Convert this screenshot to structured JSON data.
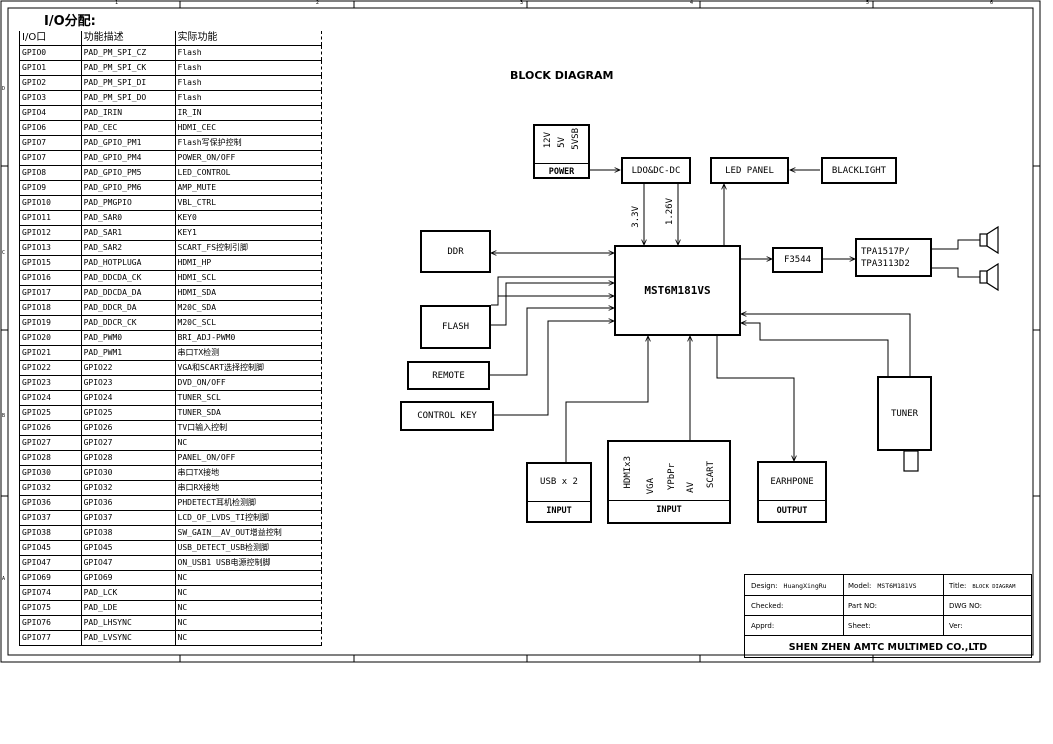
{
  "io_table": {
    "title": "I/O分配:",
    "headers": [
      "I/O口",
      "功能描述",
      "实际功能"
    ],
    "rows": [
      [
        "GPIO0",
        "PAD_PM_SPI_CZ",
        "Flash"
      ],
      [
        "GPIO1",
        "PAD_PM_SPI_CK",
        "Flash"
      ],
      [
        "GPIO2",
        "PAD_PM_SPI_DI",
        "Flash"
      ],
      [
        "GPIO3",
        "PAD_PM_SPI_DO",
        "Flash"
      ],
      [
        "GPIO4",
        "PAD_IRIN",
        "IR_IN"
      ],
      [
        "GPIO6",
        "PAD_CEC",
        "HDMI_CEC"
      ],
      [
        "GPIO7",
        "PAD_GPIO_PM1",
        "Flash写保护控制"
      ],
      [
        "GPIO7",
        "PAD_GPIO_PM4",
        "POWER_ON/OFF"
      ],
      [
        "GPIO8",
        "PAD_GPIO_PM5",
        "LED_CONTROL"
      ],
      [
        "GPIO9",
        "PAD_GPIO_PM6",
        "AMP_MUTE"
      ],
      [
        "GPIO10",
        "PAD_PMGPIO",
        "VBL_CTRL"
      ],
      [
        "GPIO11",
        "PAD_SAR0",
        "KEY0"
      ],
      [
        "GPIO12",
        "PAD_SAR1",
        "KEY1"
      ],
      [
        "GPIO13",
        "PAD_SAR2",
        "SCART_FS控制引脚"
      ],
      [
        "GPIO15",
        "PAD_HOTPLUGA",
        "HDMI_HP"
      ],
      [
        "GPIO16",
        "PAD_DDCDA_CK",
        "HDMI_SCL"
      ],
      [
        "GPIO17",
        "PAD_DDCDA_DA",
        "HDMI_SDA"
      ],
      [
        "GPIO18",
        "PAD_DDCR_DA",
        "M20C_SDA"
      ],
      [
        "GPIO19",
        "PAD_DDCR_CK",
        "M20C_SCL"
      ],
      [
        "GPIO20",
        "PAD_PWM0",
        "BRI_ADJ-PWM0"
      ],
      [
        "GPIO21",
        "PAD_PWM1",
        "串口TX检测"
      ],
      [
        "GPIO22",
        "GPIO22",
        "VGA和SCART选择控制脚"
      ],
      [
        "GPIO23",
        "GPIO23",
        "DVD_ON/OFF"
      ],
      [
        "GPIO24",
        "GPIO24",
        "TUNER_SCL"
      ],
      [
        "GPIO25",
        "GPIO25",
        "TUNER_SDA"
      ],
      [
        "GPIO26",
        "GPIO26",
        "TV口输入控制"
      ],
      [
        "GPIO27",
        "GPIO27",
        "NC"
      ],
      [
        "GPIO28",
        "GPIO28",
        "PANEL_ON/OFF"
      ],
      [
        "GPIO30",
        "GPIO30",
        "串口TX接地"
      ],
      [
        "GPIO32",
        "GPIO32",
        "串口RX接地"
      ],
      [
        "GPIO36",
        "GPIO36",
        "PHDETECT耳机检测脚"
      ],
      [
        "GPIO37",
        "GPIO37",
        "LCD_OF_LVDS_TI控制脚"
      ],
      [
        "GPIO38",
        "GPIO38",
        "SW_GAIN__AV_OUT增益控制"
      ],
      [
        "GPIO45",
        "GPIO45",
        "USB_DETECT_USB检测脚"
      ],
      [
        "GPIO47",
        "GPIO47",
        "ON_USB1 USB电源控制脚"
      ],
      [
        "GPIO69",
        "GPIO69",
        "NC"
      ],
      [
        "GPIO74",
        "PAD_LCK",
        "NC"
      ],
      [
        "GPIO75",
        "PAD_LDE",
        "NC"
      ],
      [
        "GPIO76",
        "PAD_LHSYNC",
        "NC"
      ],
      [
        "GPIO77",
        "PAD_LVSYNC",
        "NC"
      ]
    ]
  },
  "block_diagram": {
    "title": "BLOCK DIAGRAM",
    "power_rails": [
      "12V",
      "5V",
      "5VSB"
    ],
    "power_label": "POWER",
    "ldo": "LDO&DC-DC",
    "led_panel": "LED PANEL",
    "backlight": "BLACKLIGHT",
    "rail_33": "3.3V",
    "rail_126": "1.26V",
    "ddr": "DDR",
    "soc": "MST6M181VS",
    "f3544": "F3544",
    "amp": [
      "TPA1517P/",
      "TPA3113D2"
    ],
    "flash": "FLASH",
    "remote": "REMOTE",
    "control_key": "CONTROL KEY",
    "tuner": "TUNER",
    "usb": "USB x 2",
    "usb_label": "INPUT",
    "inputs": [
      "HDMIx3",
      "VGA",
      "YPbPr",
      "AV",
      "SCART"
    ],
    "inputs_label": "INPUT",
    "earphone": "EARHPONE",
    "earphone_label": "OUTPUT"
  },
  "title_block": {
    "design_label": "Design:",
    "design_value": "HuangXingRu",
    "model_label": "Model:",
    "model_value": "MST6M181VS",
    "title_label": "Title:",
    "title_value": "BLOCK DIAGRAM",
    "checked_label": "Checked:",
    "partno_label": "Part NO:",
    "dwgno_label": "DWG NO:",
    "apprd_label": "Apprd:",
    "sheet_label": "Sheet:",
    "ver_label": "Ver:",
    "company": "SHEN ZHEN AMTC MULTIMED CO.,LTD"
  },
  "frame": {
    "col_marks": [
      "1",
      "2",
      "3",
      "4",
      "5",
      "6"
    ],
    "row_marks": [
      "D",
      "C",
      "B",
      "A"
    ]
  }
}
